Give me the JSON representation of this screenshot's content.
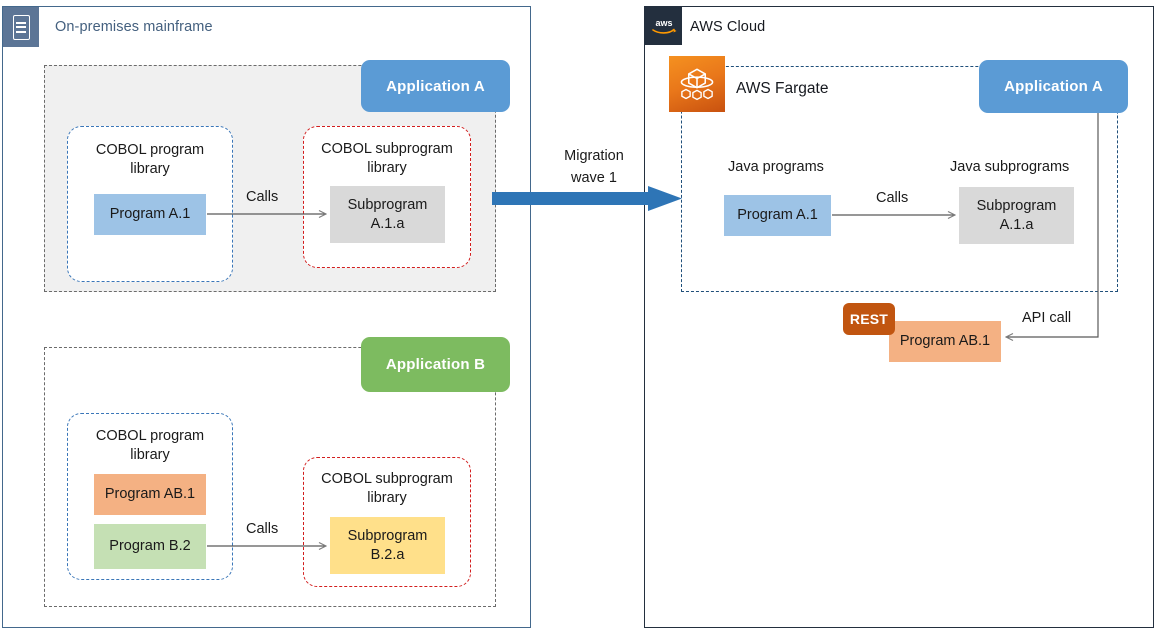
{
  "onprem": {
    "title": "On-premises mainframe",
    "icon": "mainframe-server-icon",
    "border_color": "#43688c",
    "applications": [
      {
        "badge": "Application A",
        "badge_color": "#5b9bd5",
        "program_library": {
          "title": "COBOL program\nlibrary",
          "title_line1": "COBOL program",
          "title_line2": "library",
          "items": [
            {
              "label": "Program A.1",
              "color": "#9dc3e6"
            }
          ]
        },
        "subprogram_library": {
          "title_line1": "COBOL subprogram",
          "title_line2": "library",
          "items": [
            {
              "label": "Subprogram\nA.1.a",
              "color": "#d9d9d9"
            }
          ]
        },
        "edge_label": "Calls"
      },
      {
        "badge": "Application B",
        "badge_color": "#7dbb60",
        "program_library": {
          "title_line1": "COBOL program",
          "title_line2": "library",
          "items": [
            {
              "label": "Program AB.1",
              "color": "#f4b183"
            },
            {
              "label": "Program B.2",
              "color": "#c5e0b4"
            }
          ]
        },
        "subprogram_library": {
          "title_line1": "COBOL subprogram",
          "title_line2": "library",
          "items": [
            {
              "label": "Subprogram\nB.2.a",
              "color": "#ffe08a"
            }
          ]
        },
        "edge_label": "Calls"
      }
    ]
  },
  "migration": {
    "label_line1": "Migration",
    "label_line2": "wave 1",
    "arrow_color": "#2e75b6"
  },
  "aws": {
    "title": "AWS Cloud",
    "logo": "aws-logo-icon",
    "border_color": "#232f3e",
    "fargate": {
      "label": "AWS Fargate",
      "icon": "aws-fargate-icon",
      "badge": "Application A",
      "badge_color": "#5b9bd5",
      "program_group_label": "Java programs",
      "subprogram_group_label": "Java subprograms",
      "programs": [
        {
          "label": "Program A.1",
          "color": "#9dc3e6"
        }
      ],
      "subprograms": [
        {
          "label": "Subprogram\nA.1.a",
          "color": "#d9d9d9"
        }
      ],
      "edge_label": "Calls"
    },
    "rest_service": {
      "badge": "REST",
      "badge_color": "#c15510",
      "label": "Program AB.1",
      "color": "#f4b183",
      "edge_label": "API call"
    }
  },
  "text": {
    "program_a1": "Program A.1",
    "subprogram_a1a_l1": "Subprogram",
    "subprogram_a1a_l2": "A.1.a",
    "program_ab1": "Program AB.1",
    "program_b2": "Program B.2",
    "subprogram_b2a_l1": "Subprogram",
    "subprogram_b2a_l2": "B.2.a",
    "calls": "Calls",
    "api_call": "API call",
    "cobol_program_library_l1": "COBOL program",
    "cobol_program_library_l2": "library",
    "cobol_subprogram_library_l1": "COBOL subprogram",
    "cobol_subprogram_library_l2": "library"
  }
}
